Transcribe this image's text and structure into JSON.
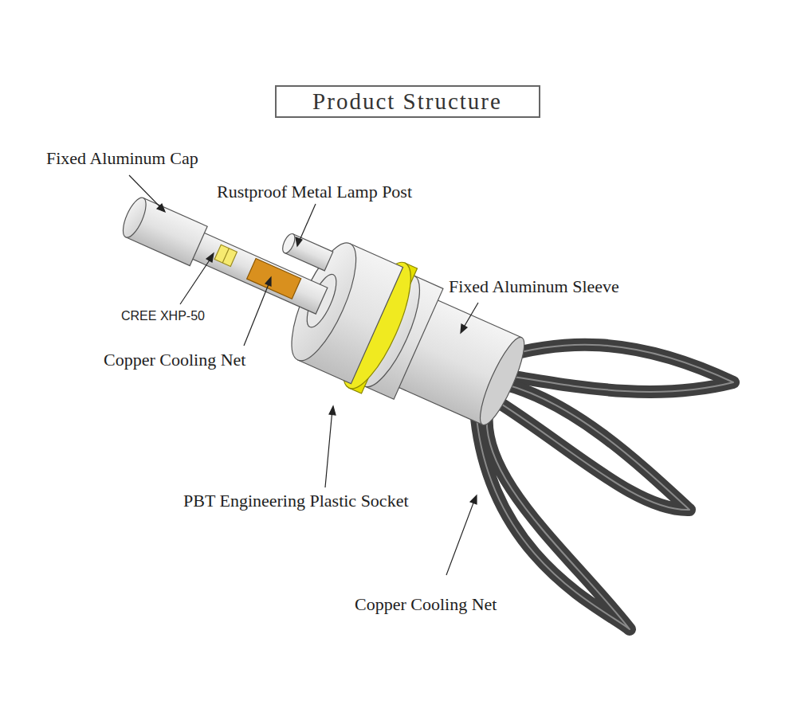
{
  "diagram": {
    "title": "Product Structure",
    "labels": [
      "Fixed Aluminum Cap",
      "Rustproof Metal Lamp Post",
      "Fixed Aluminum Sleeve",
      "CREE XHP-50",
      "Copper Cooling Net",
      "PBT Engineering Plastic Socket",
      "Copper Cooling Net"
    ]
  }
}
